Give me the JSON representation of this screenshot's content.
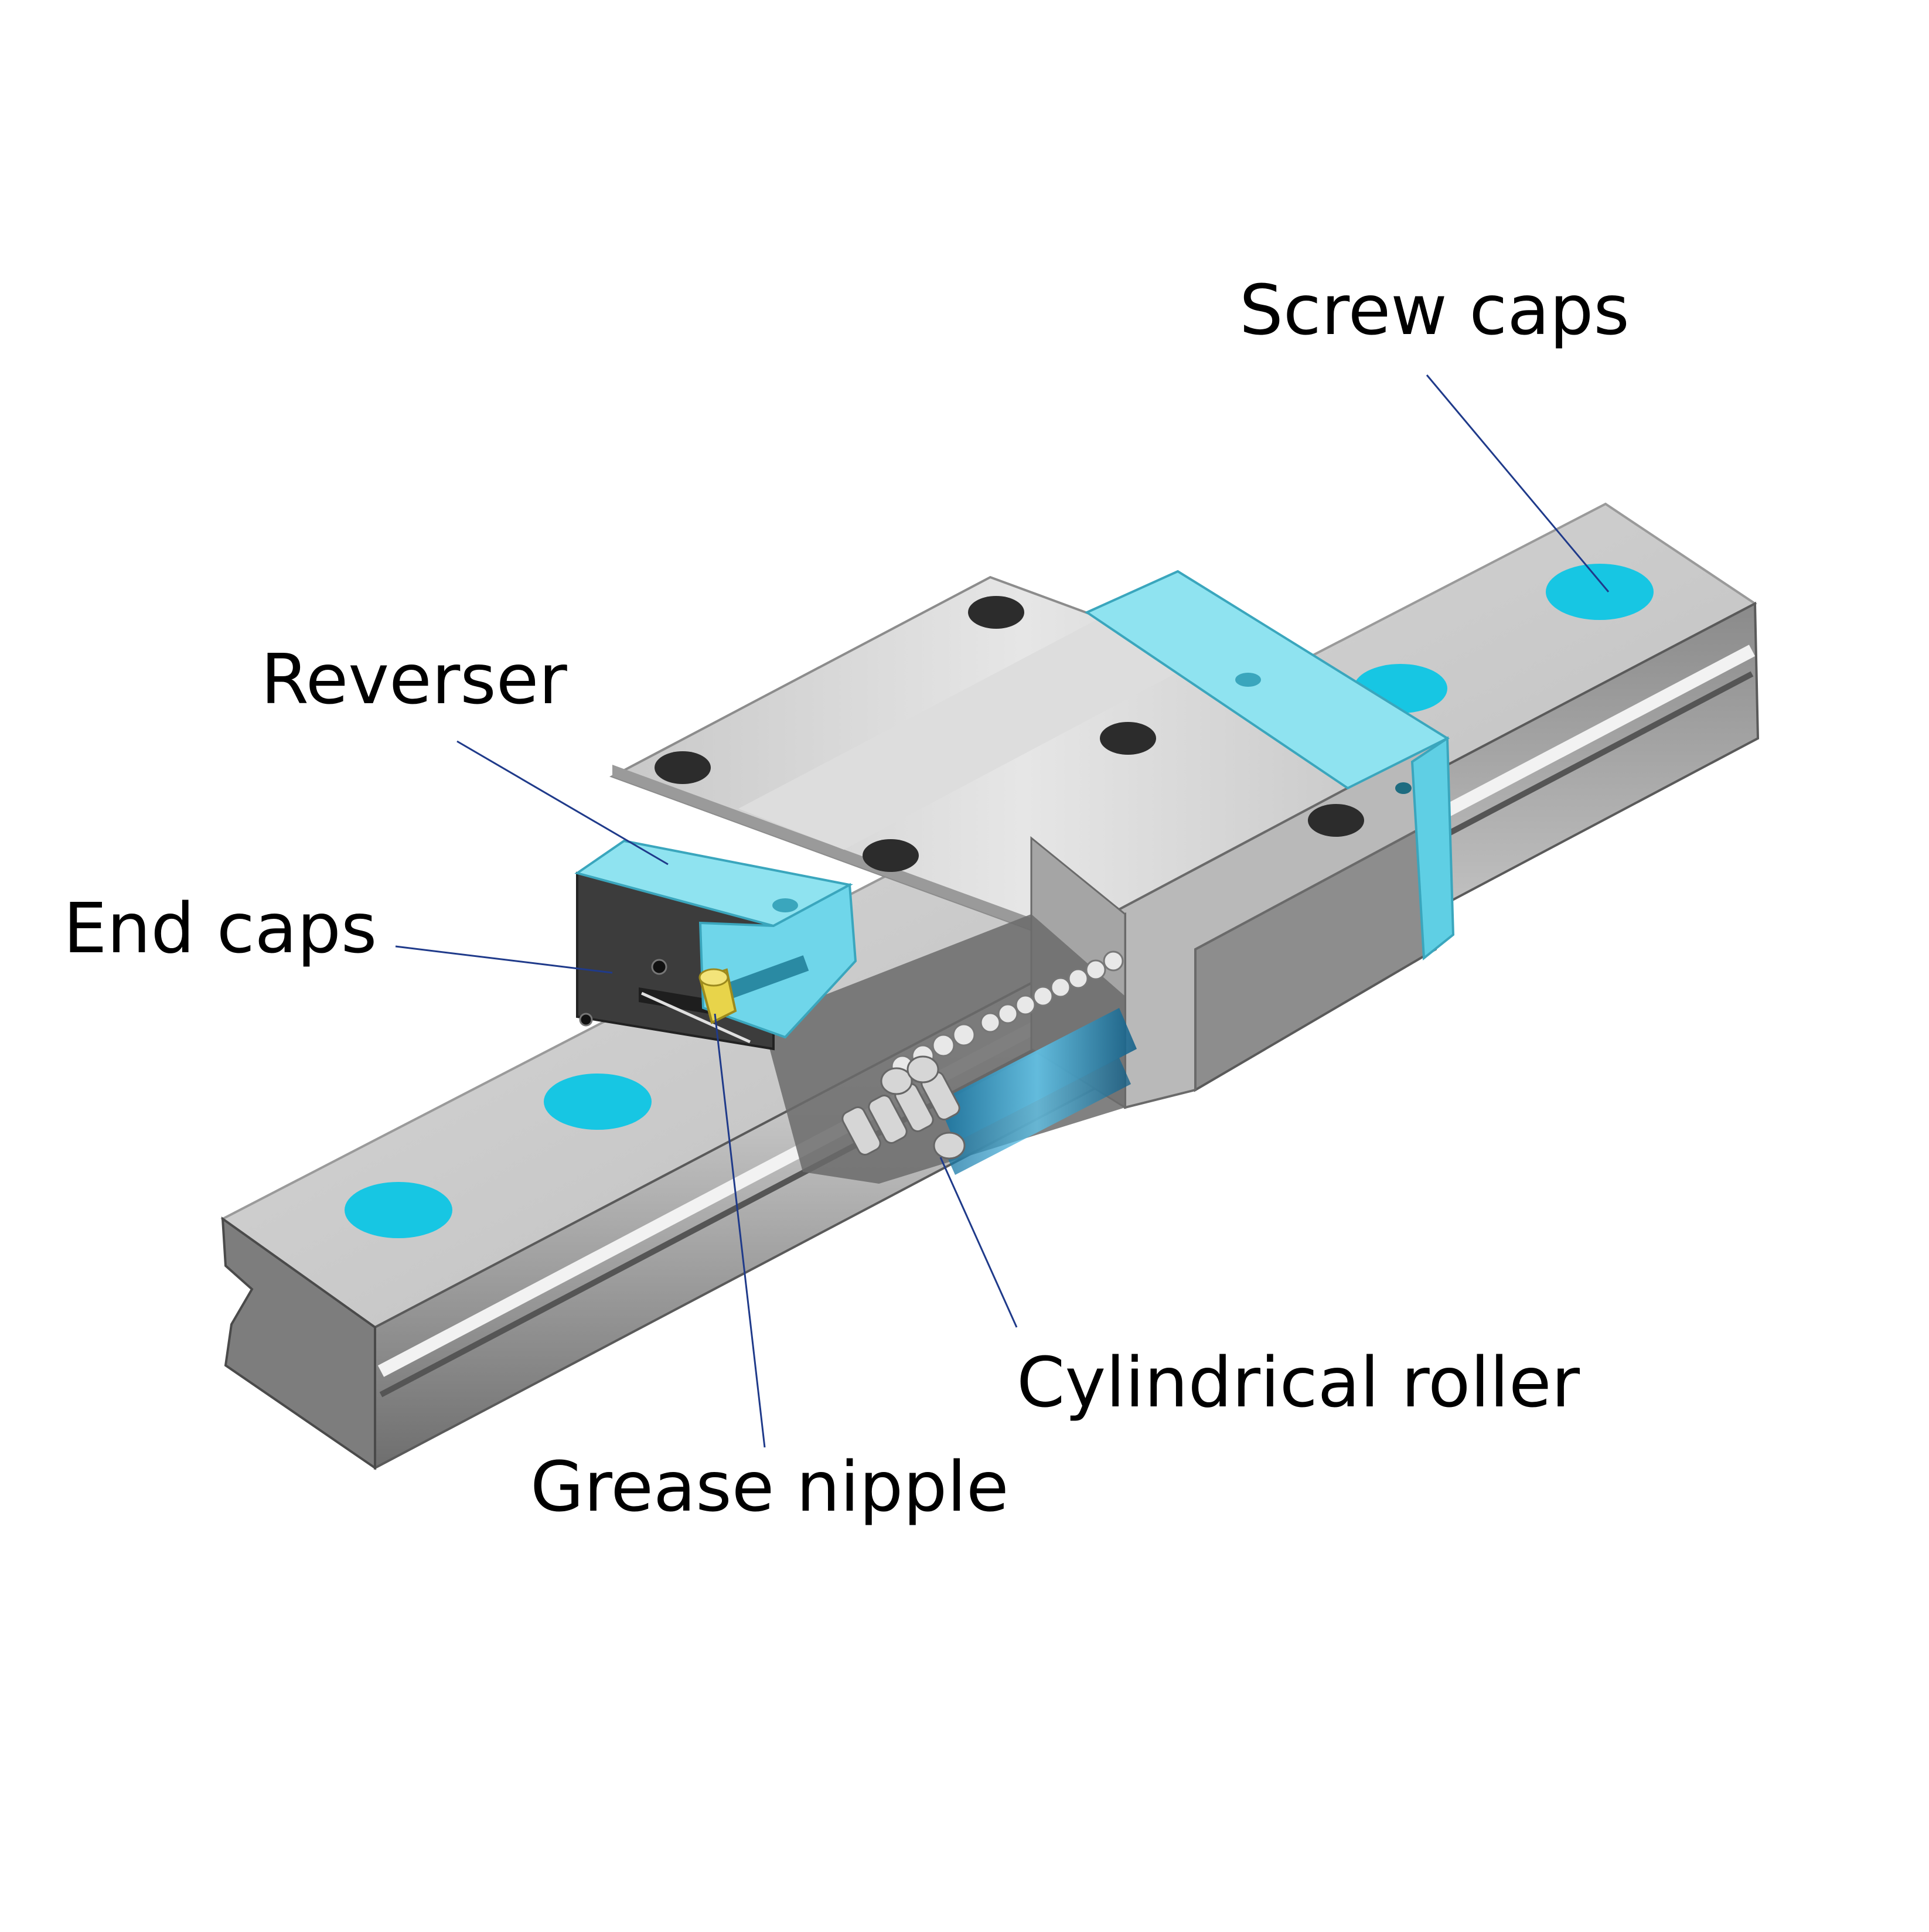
{
  "labels": {
    "screw_caps": "Screw caps",
    "reverser": "Reverser",
    "end_caps": "End caps",
    "cylindrical_roller": "Cylindrical roller",
    "grease_nipple": "Grease nipple"
  },
  "colors": {
    "accent_cyan": "#17c6e3",
    "reverser_cyan": "#8fe3f0",
    "rail_steel": "#b8b8b8",
    "block_steel": "#c9c9c9",
    "dark_steel": "#5e5e5e",
    "leader_line": "#1f3a8a",
    "grease_nipple_yellow": "#e8d44a"
  }
}
